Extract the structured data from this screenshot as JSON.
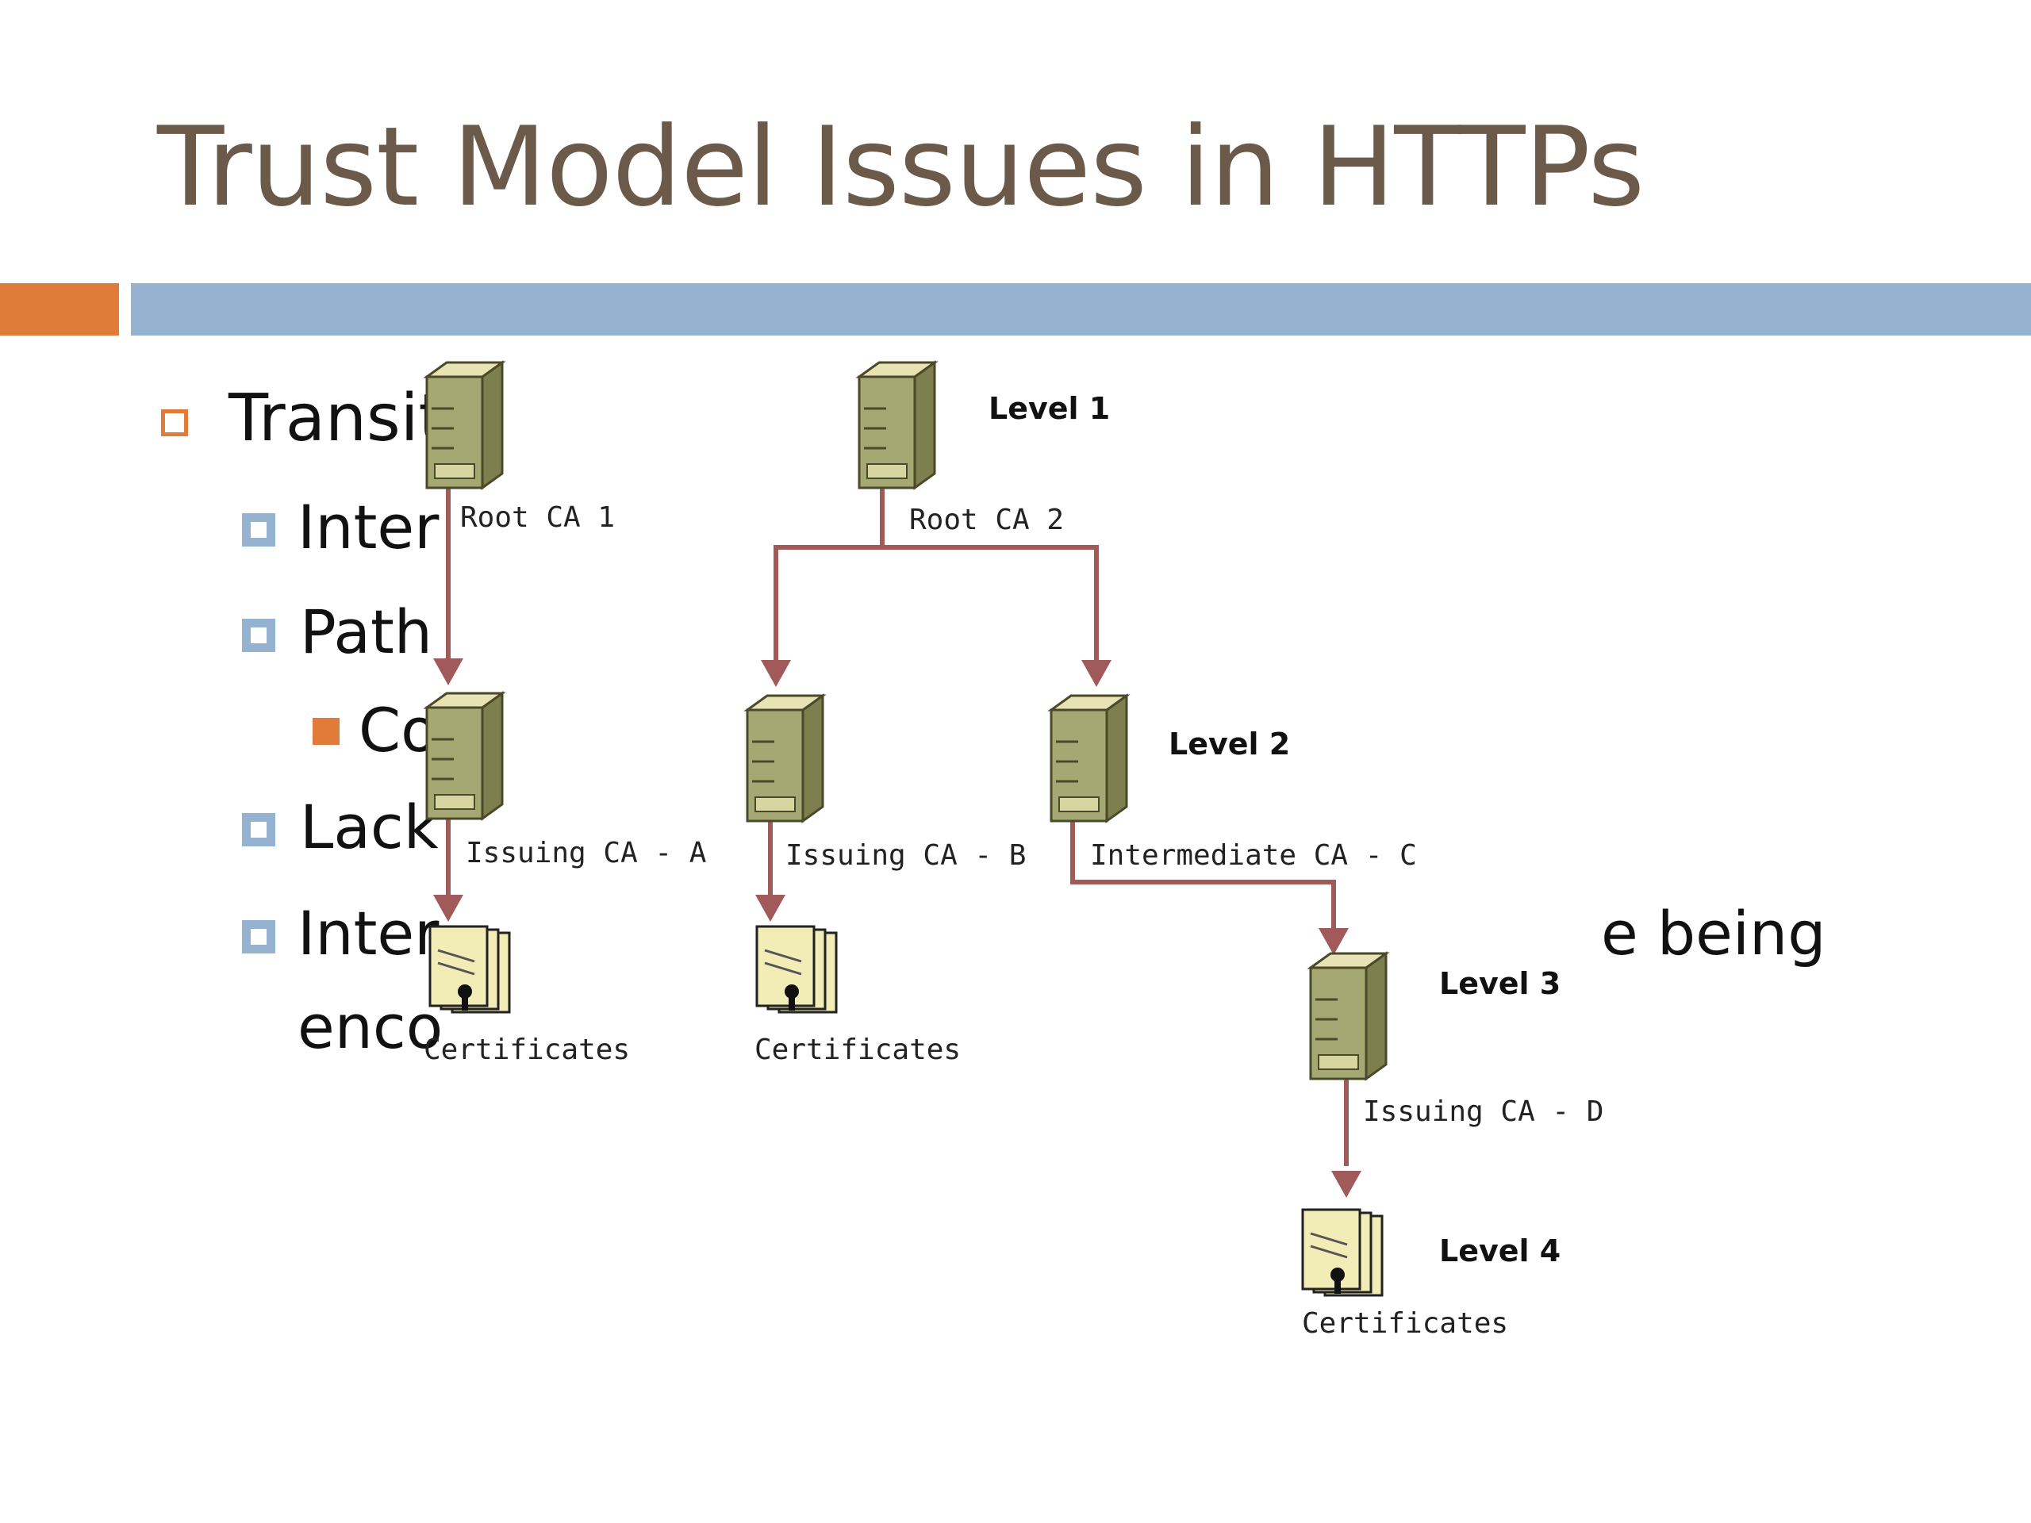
{
  "title": "Trust Model Issues in HTTPs",
  "bullets": {
    "b1": "Transit",
    "b2": "Inter",
    "b3": "Path",
    "b4": "Co",
    "b5": "Lack",
    "b6": "Inter",
    "b6_tail": "e being",
    "b7": "enco"
  },
  "diagram": {
    "root_ca_1": "Root CA 1",
    "root_ca_2": "Root CA 2",
    "issuing_a": "Issuing CA - A",
    "issuing_b": "Issuing CA - B",
    "intermediate_c": "Intermediate CA - C",
    "issuing_d": "Issuing CA - D",
    "certificates": "Certificates",
    "level_1": "Level 1",
    "level_2": "Level 2",
    "level_3": "Level 3",
    "level_4": "Level 4"
  },
  "colors": {
    "title": "#6b5a4a",
    "accent_orange": "#e07b39",
    "accent_blue": "#95b3d0",
    "connector": "#a05a5a",
    "server_body": "#a6a874",
    "server_top": "#e8e3b4"
  }
}
